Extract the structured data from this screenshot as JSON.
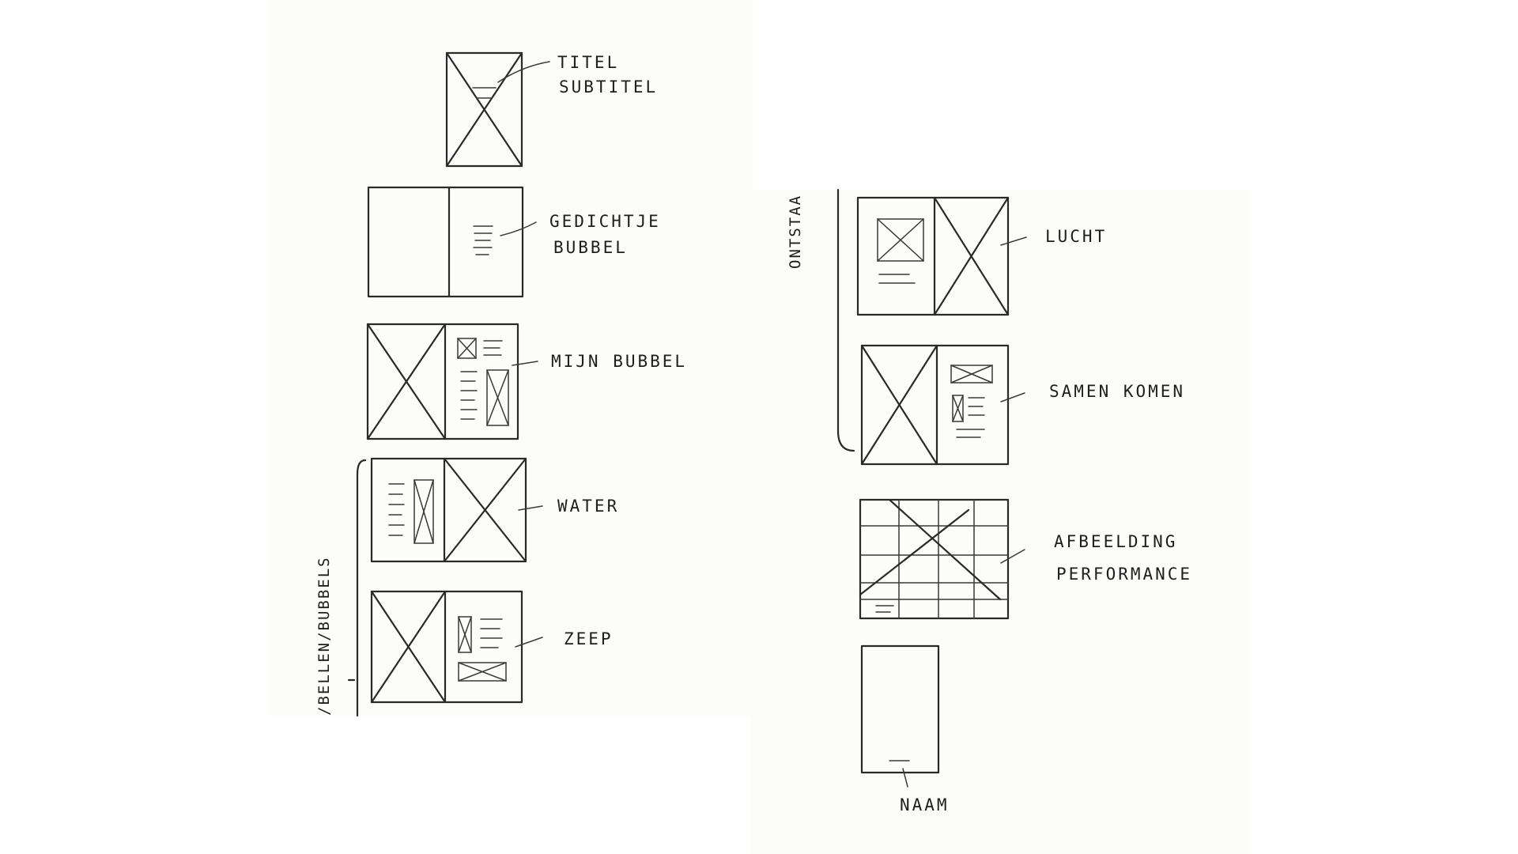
{
  "colors": {
    "paper": "#ffffff",
    "sheet": "#fcfcfb",
    "ink": "#2a2a2a"
  },
  "labels": {
    "titel": "TITEL",
    "subtitel": "SUBTITEL",
    "gedichtje": "GEDICHTJE",
    "bubbel": "BUBBEL",
    "mijn_bubbel": "MIJN BUBBEL",
    "water": "WATER",
    "zeep": "ZEEP",
    "lucht": "LUCHT",
    "samen_komen": "SAMEN KOMEN",
    "afbeelding": "AFBEELDING",
    "performance": "PERFORMANCE",
    "naam": "NAAM",
    "section_left": "/BELLEN/BUBBELS",
    "section_right": "ONTSTAA"
  }
}
